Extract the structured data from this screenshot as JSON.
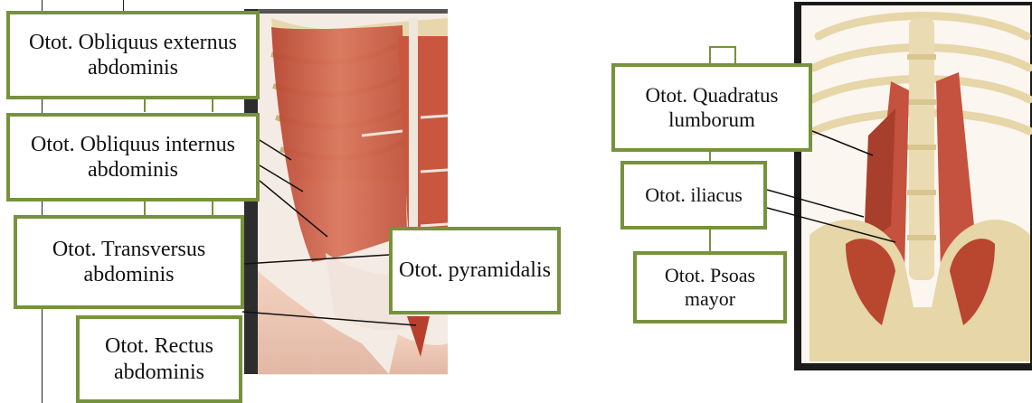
{
  "left_panel": {
    "labels": {
      "obliquus_externus": "Otot. Obliquus externus abdominis",
      "obliquus_internus": "Otot. Obliquus internus abdominis",
      "transversus": "Otot. Transversus abdominis",
      "rectus": "Otot. Rectus abdominis",
      "pyramidalis": "Otot. pyramidalis"
    }
  },
  "right_panel": {
    "labels": {
      "quadratus": "Otot. Quadratus lumborum",
      "iliacus": "Otot. iliacus",
      "psoas": "Otot. Psoas mayor"
    }
  },
  "colors": {
    "box_border": "#77923c",
    "muscle": "#c4523e",
    "bone": "#e6d6a8"
  }
}
